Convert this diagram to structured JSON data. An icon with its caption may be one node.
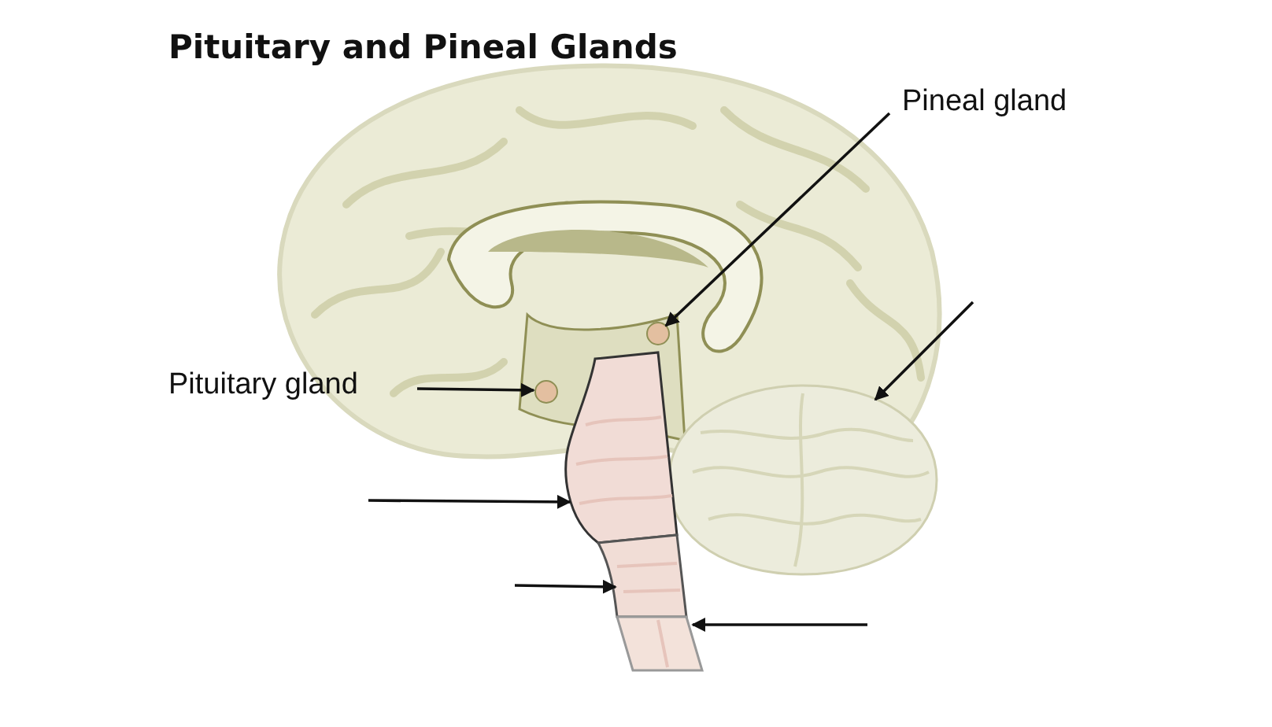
{
  "diagram": {
    "title": "Pituitary and Pineal Glands",
    "nodes": [
      {
        "text": [
          "Pineal gland"
        ]
      },
      {
        "text": [],
        "shape": "circle"
      },
      {
        "text": [
          "Pituitary gland"
        ]
      },
      {
        "text": [],
        "shape": "circle"
      },
      {
        "text": [],
        "shape": "picture"
      },
      {
        "text": [],
        "shape": "picture"
      },
      {
        "text": [],
        "shape": "picture"
      },
      {
        "text": [],
        "shape": "picture"
      }
    ],
    "edges": [
      {
        "from": 0,
        "to": 1,
        "arrow": "to"
      },
      {
        "from": 2,
        "to": 3,
        "arrow": "to"
      },
      {
        "from": null,
        "to": 4,
        "arrow": "to"
      },
      {
        "from": null,
        "to": 5,
        "arrow": "to"
      },
      {
        "from": null,
        "to": 6,
        "arrow": "to"
      },
      {
        "from": null,
        "to": 7,
        "arrow": "to"
      }
    ]
  }
}
